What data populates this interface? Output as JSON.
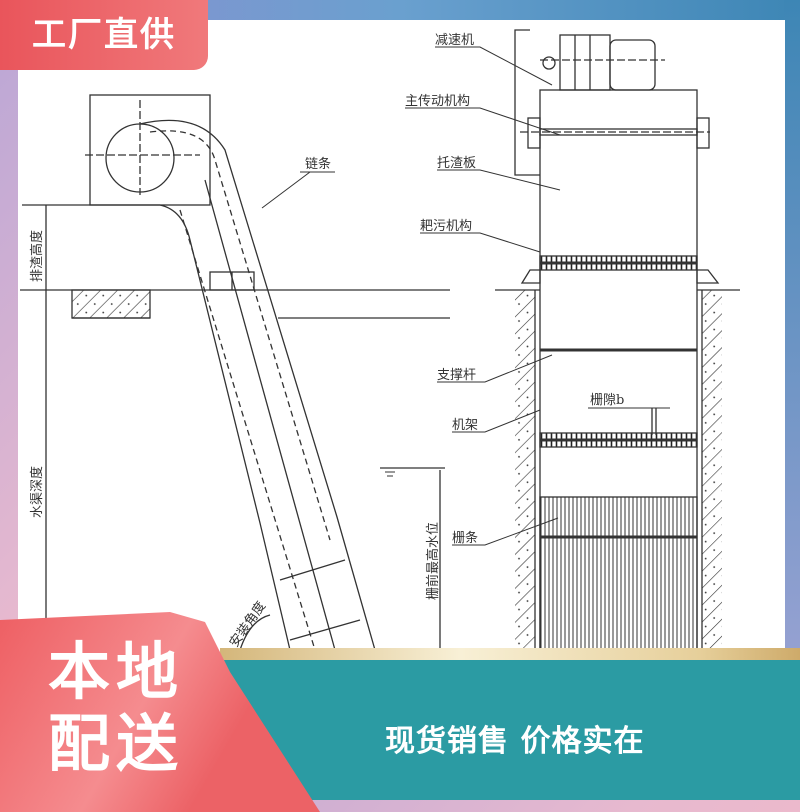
{
  "badge": {
    "text": "工厂直供"
  },
  "diagram": {
    "left_labels": {
      "chain": "链条",
      "discharge_height": "排渣高度",
      "channel_depth": "水渠深度",
      "install_angle": "安装角度"
    },
    "right_labels": {
      "reducer": "减速机",
      "main_drive": "主传动机构",
      "slag_plate": "托渣板",
      "rake": "耙污机构",
      "support_rod": "支撑杆",
      "frame": "机架",
      "bar_gap": "栅隙b",
      "grid_bar": "栅条",
      "max_water_level": "栅前最高水位"
    }
  },
  "banner": {
    "local_line1": "本地",
    "local_line2": "配送",
    "slogan": "现货销售  价格实在"
  },
  "colors": {
    "red": "#ee5f63",
    "teal": "#2b9ba3",
    "blue": "#3d86b5"
  }
}
